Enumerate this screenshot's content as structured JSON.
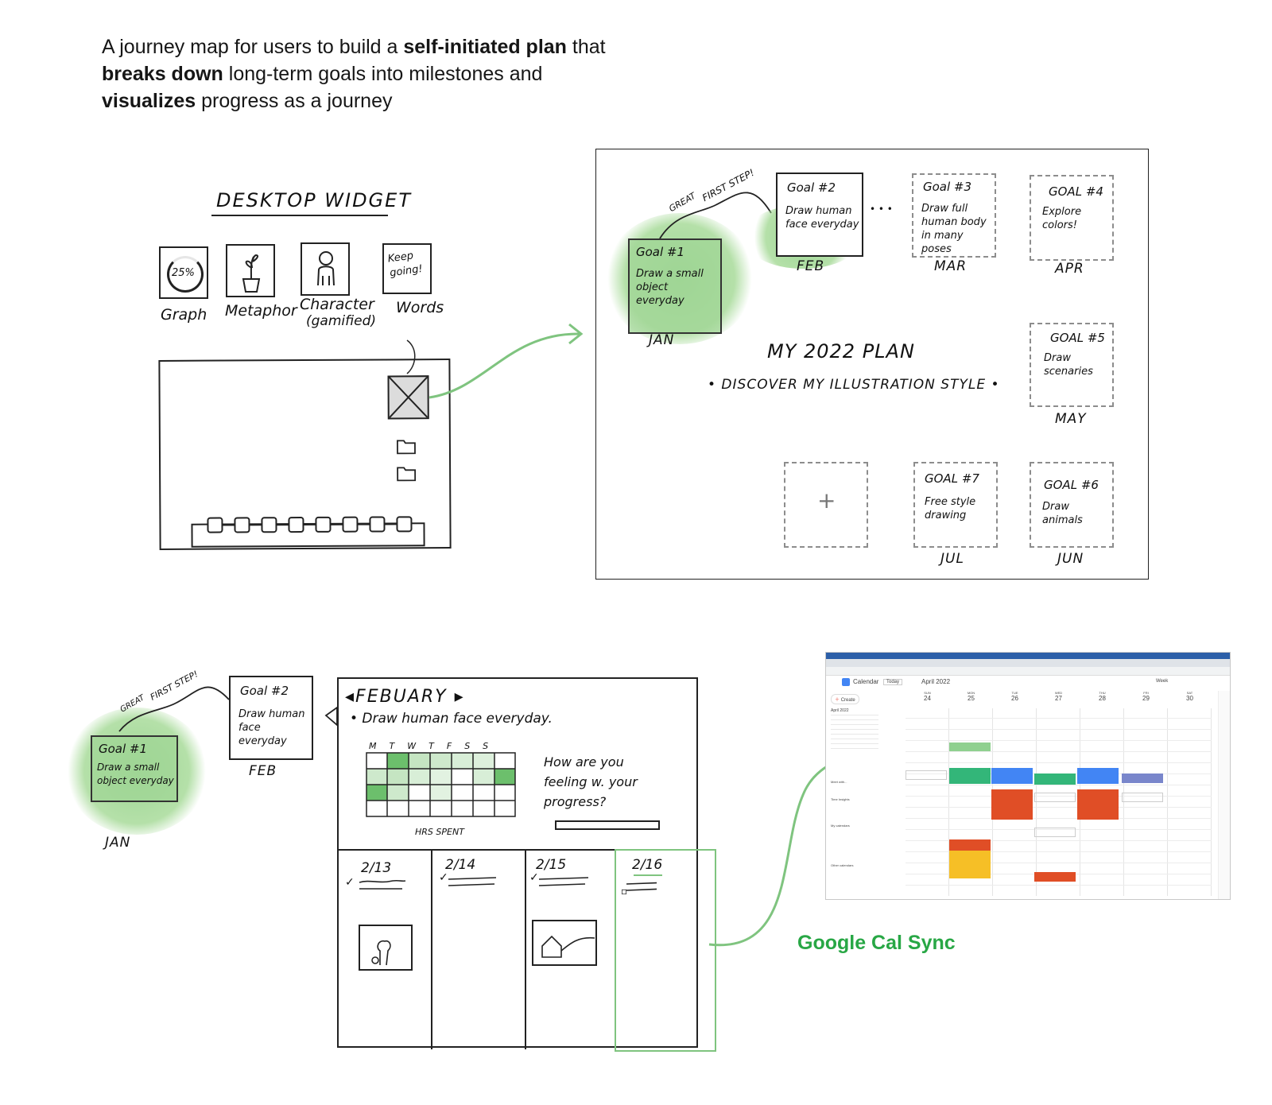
{
  "intro": {
    "p1": "A journey map for users to build a ",
    "b1": "self-initiated plan",
    "p2": " that",
    "b2": "breaks down",
    "p3": " long-term goals into milestones and",
    "b3": "visualizes",
    "p4": " progress as a journey"
  },
  "widget": {
    "heading": "DESKTOP WIDGET",
    "options": [
      {
        "icon_text": "25%",
        "label": "Graph"
      },
      {
        "label": "Metaphor"
      },
      {
        "label": "Character",
        "sub": "(gamified)"
      },
      {
        "icon_text": "Keep going!",
        "label": "Words"
      }
    ]
  },
  "plan": {
    "encourage1": "GREAT",
    "encourage2": "FIRST STEP!",
    "title": "MY 2022 PLAN",
    "subtitle": "• DISCOVER MY ILLUSTRATION STYLE •",
    "ellipsis": "• • •",
    "add_symbol": "+",
    "goals": [
      {
        "title": "Goal #1",
        "desc": "Draw a small object everyday",
        "month": "JAN"
      },
      {
        "title": "Goal #2",
        "desc": "Draw human face everyday",
        "month": "FEB"
      },
      {
        "title": "Goal #3",
        "desc": "Draw full human body in many poses",
        "month": "MAR"
      },
      {
        "title": "GOAL #4",
        "desc": "Explore colors!",
        "month": "APR"
      },
      {
        "title": "GOAL #5",
        "desc": "Draw scenaries",
        "month": "MAY"
      },
      {
        "title": "GOAL #6",
        "desc": "Draw animals",
        "month": "JUN"
      },
      {
        "title": "GOAL #7",
        "desc": "Free style drawing",
        "month": "JUL"
      }
    ]
  },
  "month_view": {
    "month": "FEBUARY",
    "goal_line": "• Draw human face everyday.",
    "weekdays": [
      "M",
      "T",
      "W",
      "T",
      "F",
      "S",
      "S"
    ],
    "chart_caption": "HRS SPENT",
    "question": "How are you feeling w. your progress?",
    "days": [
      "2/13",
      "2/14",
      "2/15",
      "2/16"
    ],
    "checks": [
      "✓",
      "✓",
      "✓",
      "▫"
    ]
  },
  "gcal": {
    "caption": "Google Cal Sync",
    "app_title": "Calendar",
    "today_btn": "Today",
    "range": "April 2022",
    "create": "Create",
    "mini_month": "April 2022",
    "view": "Week",
    "days": [
      {
        "dow": "SUN",
        "num": "24"
      },
      {
        "dow": "MON",
        "num": "25"
      },
      {
        "dow": "TUE",
        "num": "26"
      },
      {
        "dow": "WED",
        "num": "27"
      },
      {
        "dow": "THU",
        "num": "28"
      },
      {
        "dow": "FRI",
        "num": "29"
      },
      {
        "dow": "SAT",
        "num": "30"
      }
    ],
    "sidebar_items": [
      "Meet with...",
      "Time Insights",
      "My calendars",
      "Other calendars"
    ],
    "colors": {
      "green": "#33b679",
      "blue": "#4285f4",
      "red": "#e04e26",
      "yellow": "#f6bf26",
      "purple": "#7986cb",
      "accent": "#1a73e8"
    }
  },
  "colors": {
    "accent_green": "#7fc47f",
    "caption_green": "#28a745",
    "ink": "#1b1b1b"
  }
}
